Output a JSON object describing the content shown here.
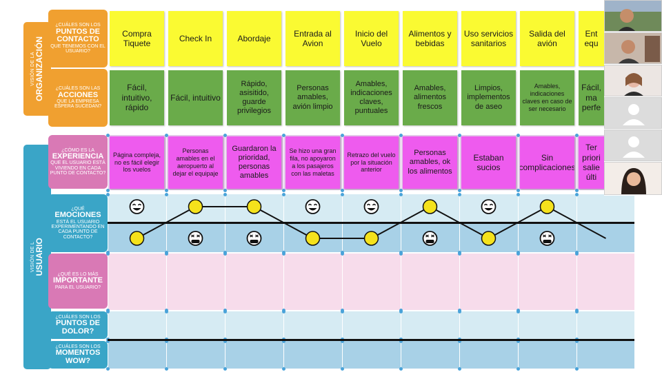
{
  "sections": {
    "organizacion": {
      "small": "VISIÓN DE LA",
      "big": "ORGANIZACIÓN"
    },
    "usuario": {
      "small": "VISIÓN DE L",
      "big": "USUARIO"
    }
  },
  "questions": {
    "puntos": {
      "line1": "¿CUÁLES SON LOS",
      "line2": "PUNTOS DE CONTACTO",
      "line3": "QUE TENEMOS CON EL USUARIO?"
    },
    "acciones": {
      "line1": "¿CUÁLES SON LAS",
      "line2": "ACCIONES",
      "line3": "QUE LA EMPRESA ESPERA SUCEDAN?"
    },
    "experiencia": {
      "line1": "¿CÓMO ES LA",
      "line2": "EXPERIENCIA",
      "line3": "QUE EL USUARIO ESTÁ VIVIENDO EN CADA PUNTO DE CONTACTO?"
    },
    "emociones": {
      "line1": "¿QUÉ",
      "line2": "EMOCIONES",
      "line3": "ESTÁ EL USUARIO EXPERIMENTANDO EN CADA PUNTO DE CONTACTO?"
    },
    "importante": {
      "line1": "¿QUÉ ES LO MÁS",
      "line2": "IMPORTANTE",
      "line3": "PARA EL USUARIO?"
    },
    "dolor": {
      "line1": "¿CUÁLES SON LOS",
      "line2": "PUNTOS DE DOLOR?",
      "line3": ""
    },
    "wow": {
      "line1": "¿CUÁLES SON LOS",
      "line2": "MOMENTOS WOW?",
      "line3": ""
    }
  },
  "touchpoints": [
    "Compra Tiquete",
    "Check In",
    "Abordaje",
    "Entrada al Avion",
    "Inicio del Vuelo",
    "Alimentos y bebidas",
    "Uso servicios sanitarios",
    "Salida del avión",
    "Ent equ"
  ],
  "actions": [
    "Fácil, intuitivo, rápido",
    "Fácil, intuitivo",
    "Rápido, asisitido, guarde privilegios",
    "Personas amables, avión limpio",
    "Amables, indicaciones claves, puntuales",
    "Amables, alimentos frescos",
    "Limpios, implementos de aseo",
    "Amables, indicaciones claves en caso de ser necesario",
    "Fácil, ma perfe"
  ],
  "experiences": [
    "Página compleja, no es fácil elegir los vuelos",
    "Personas amables en el aeropuerto al dejar el equipaje",
    "Guardaron la prioridad, personas amables",
    "Se hizo una gran fila, no apoyaron a los pasajeros con las maletas",
    "Retrazo del vuelo por la situación anterior",
    "Personas amables, ok los alimentos",
    "Estaban sucios",
    "Sin complicaciones",
    "Ter priori salie últi"
  ],
  "emotion_levels": [
    "low",
    "high",
    "high",
    "low",
    "low",
    "high",
    "low",
    "high",
    "low"
  ],
  "icons": {
    "happy": "grinning-face-icon",
    "sad": "crying-face-icon"
  },
  "colors": {
    "orange": "#f0a030",
    "blue": "#3aa5c7",
    "yellow_note": "#fafa32",
    "green_note": "#6aab4a",
    "magenta_note": "#ee5bee",
    "pink_q": "#d979b5"
  },
  "video_participants": [
    "participant-1",
    "participant-2",
    "participant-3",
    "participant-4",
    "participant-5",
    "participant-6"
  ]
}
